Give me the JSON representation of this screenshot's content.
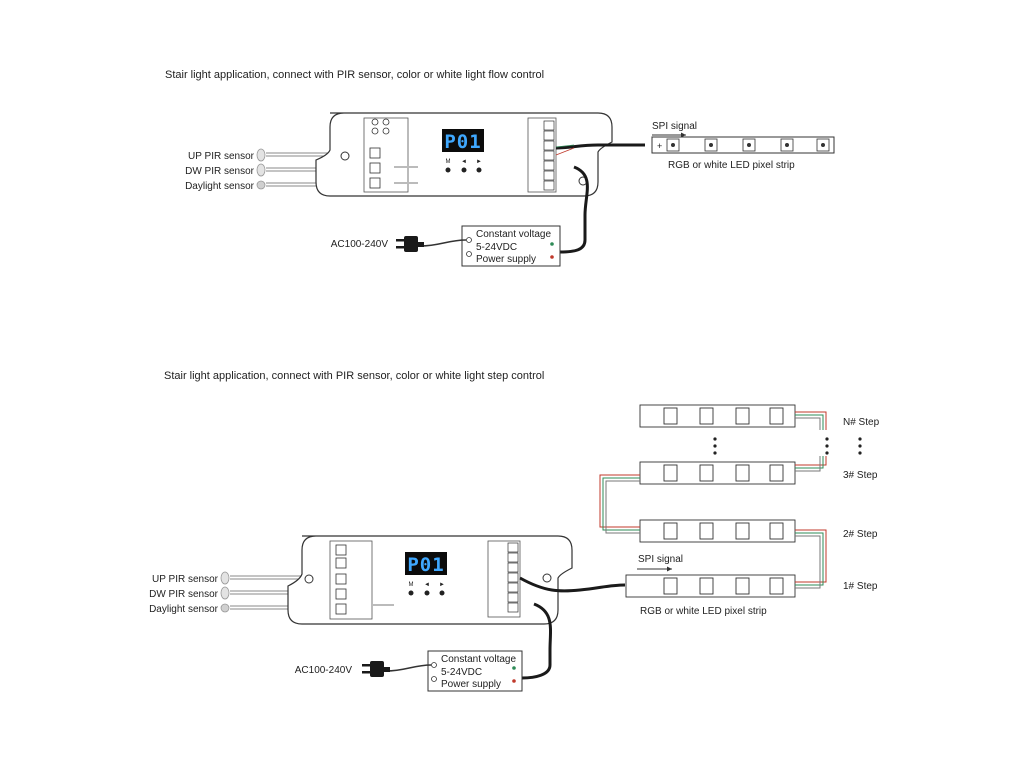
{
  "diagram1": {
    "title": "Stair light application, connect with PIR sensor, color or white light flow control",
    "sensors": [
      "UP PIR sensor",
      "DW PIR sensor",
      "Daylight sensor"
    ],
    "display": "P01",
    "buttons": [
      "M",
      "◄",
      "►"
    ],
    "spi_label": "SPI signal",
    "strip_label": "RGB or white LED pixel strip",
    "power_supply": [
      "Constant voltage",
      "5-24VDC",
      "Power supply"
    ],
    "ac_label": "AC100-240V"
  },
  "diagram2": {
    "title": "Stair light application, connect with PIR sensor, color or white light step control",
    "sensors": [
      "UP PIR sensor",
      "DW PIR sensor",
      "Daylight sensor"
    ],
    "display": "P01",
    "buttons": [
      "M",
      "◄",
      "►"
    ],
    "spi_label": "SPI signal",
    "strip_label": "RGB or white LED pixel strip",
    "power_supply": [
      "Constant voltage",
      "5-24VDC",
      "Power supply"
    ],
    "ac_label": "AC100-240V",
    "steps": [
      "N# Step",
      "3# Step",
      "2# Step",
      "1# Step"
    ]
  },
  "colors": {
    "line": "#333333",
    "wire": "#777777",
    "cable": "#1a1a1a",
    "display_bg": "#0b0b0b",
    "display_text": "#3fa8ff",
    "red_wire": "#c0392b",
    "green_wire": "#2e8b57",
    "sensor": "#cccccc"
  }
}
